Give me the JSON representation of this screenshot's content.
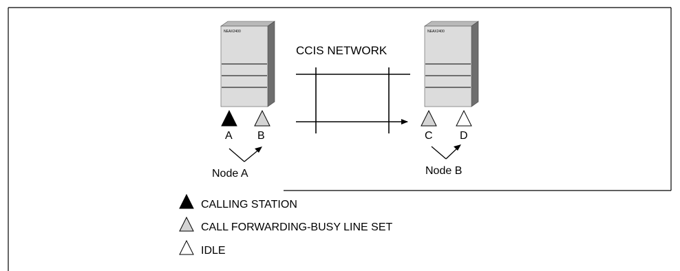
{
  "network": {
    "label": "CCIS NETWORK"
  },
  "pbx_left": {
    "model": "NEAX2400"
  },
  "pbx_right": {
    "model": "NEAX2400"
  },
  "stations": [
    {
      "label": "A",
      "state": "calling"
    },
    {
      "label": "B",
      "state": "call-forwarding-busy"
    },
    {
      "label": "C",
      "state": "call-forwarding-busy"
    },
    {
      "label": "D",
      "state": "idle"
    }
  ],
  "nodes": {
    "left": "Node A",
    "right": "Node B"
  },
  "legend": {
    "calling": "CALLING STATION",
    "cfb": "CALL FORWARDING-BUSY LINE SET",
    "idle": "IDLE"
  },
  "colors": {
    "calling": "#000000",
    "cfb": "#d4d4d4",
    "idle": "#ffffff",
    "cabinet": "#dcdcdc",
    "cabinet_side": "#6e6e6e"
  }
}
